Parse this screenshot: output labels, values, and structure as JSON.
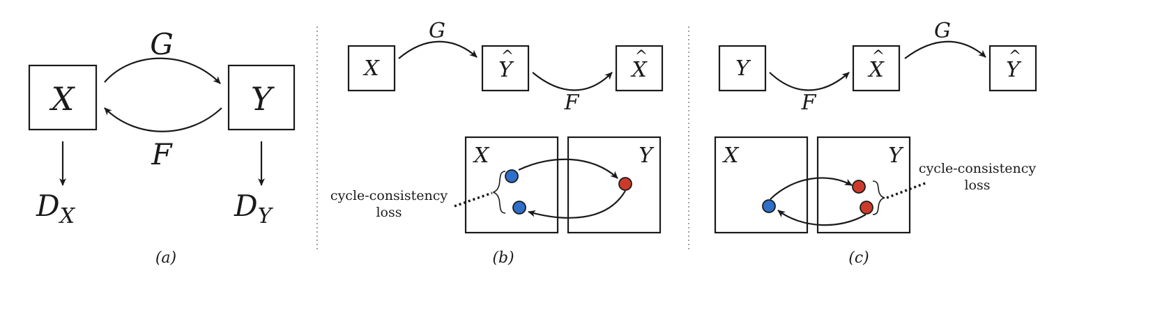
{
  "panel_a": {
    "node_x": "X",
    "node_y": "Y",
    "map_g": "G",
    "map_f": "F",
    "disc_x_base": "D",
    "disc_x_sub": "X",
    "disc_y_base": "D",
    "disc_y_sub": "Y",
    "caption": "(a)"
  },
  "panel_b": {
    "chain": [
      "X",
      "Y",
      "X"
    ],
    "map_g": "G",
    "map_f": "F",
    "domain_left": "X",
    "domain_right": "Y",
    "loss_line1": "cycle-consistency",
    "loss_line2": "loss",
    "caption": "(b)"
  },
  "panel_c": {
    "chain": [
      "Y",
      "X",
      "Y"
    ],
    "map_f": "F",
    "map_g": "G",
    "domain_left": "X",
    "domain_right": "Y",
    "loss_line1": "cycle-consistency",
    "loss_line2": "loss",
    "caption": "(c)"
  },
  "colors": {
    "blue_point": "#2f6fc9",
    "red_point": "#cc3b2a"
  }
}
